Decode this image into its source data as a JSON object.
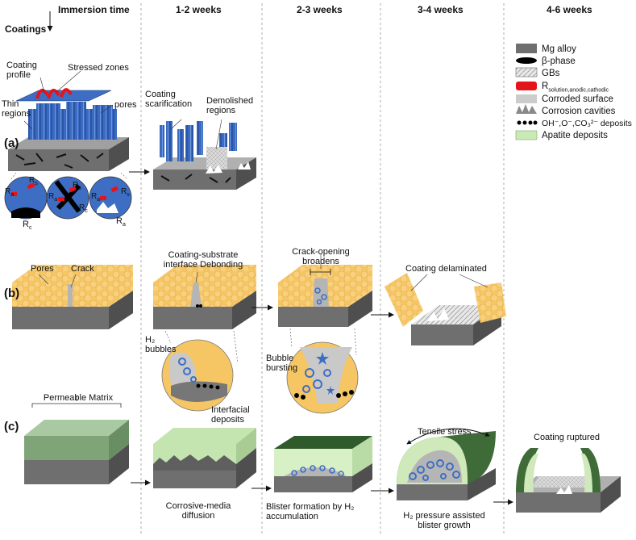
{
  "header": {
    "immersion_time": "Immersion time",
    "coatings": "Coatings",
    "col1": "1-2 weeks",
    "col2": "2-3 weeks",
    "col3": "3-4 weeks",
    "col4": "4-6 weeks"
  },
  "row_labels": {
    "a": "(a)",
    "b": "(b)",
    "c": "(c)"
  },
  "legend": [
    {
      "label": "Mg alloy",
      "swatch": "#6f6f6f"
    },
    {
      "label": "β-phase",
      "swatch": "#000000"
    },
    {
      "label": "GBs",
      "swatch": "#dcdcdc"
    },
    {
      "label": "R",
      "sub": "solution,anodic,cathodic",
      "swatch": "#e5141b"
    },
    {
      "label": "Corroded surface",
      "swatch": "#c8c8c8"
    },
    {
      "label": "Corrosion cavities",
      "swatch": "#8a8a8a"
    },
    {
      "label": "OH⁻,O⁻,CO₃²⁻ deposits",
      "swatch": "#000000"
    },
    {
      "label": "Apatite deposits",
      "swatch": "#c9e9b6"
    }
  ],
  "row_a": {
    "coating_profile": "Coating profile",
    "stressed_zones": "Stressed zones",
    "thin_regions": "Thin regions",
    "pores": "pores",
    "coating_scarification": "Coating scarification",
    "demolished_regions": "Demolished regions",
    "rs": "R",
    "rs_sub": "s",
    "rc": "R",
    "rc_sub": "c",
    "ra": "R",
    "ra_sub": "a"
  },
  "row_b": {
    "pores": "Pores",
    "crack": "Crack",
    "interface_debonding": "Coating-substrate interface Debonding",
    "h2_bubbles": "H₂ bubbles",
    "interfacial_deposits": "Interfacial deposits",
    "crack_opening": "Crack-opening broadens",
    "bubble_bursting": "Bubble bursting",
    "coating_delaminated": "Coating delaminated"
  },
  "row_c": {
    "permeable_matrix": "Permeable Matrix",
    "corrosive_media": "Corrosive-media diffusion",
    "blister_formation": "Blister formation by H₂ accumulation",
    "tensile_stress": "Tensile stress",
    "h2_pressure": "H₂ pressure assisted blister growth",
    "coating_ruptured": "Coating ruptured"
  },
  "colors": {
    "mg_alloy": "#6f6f6f",
    "coating_blue": "#3e6ec4",
    "coating_orange": "#f6c665",
    "matrix_green": "#8fb48a",
    "light_green": "#d6efc4",
    "stress_red": "#e5141b"
  }
}
